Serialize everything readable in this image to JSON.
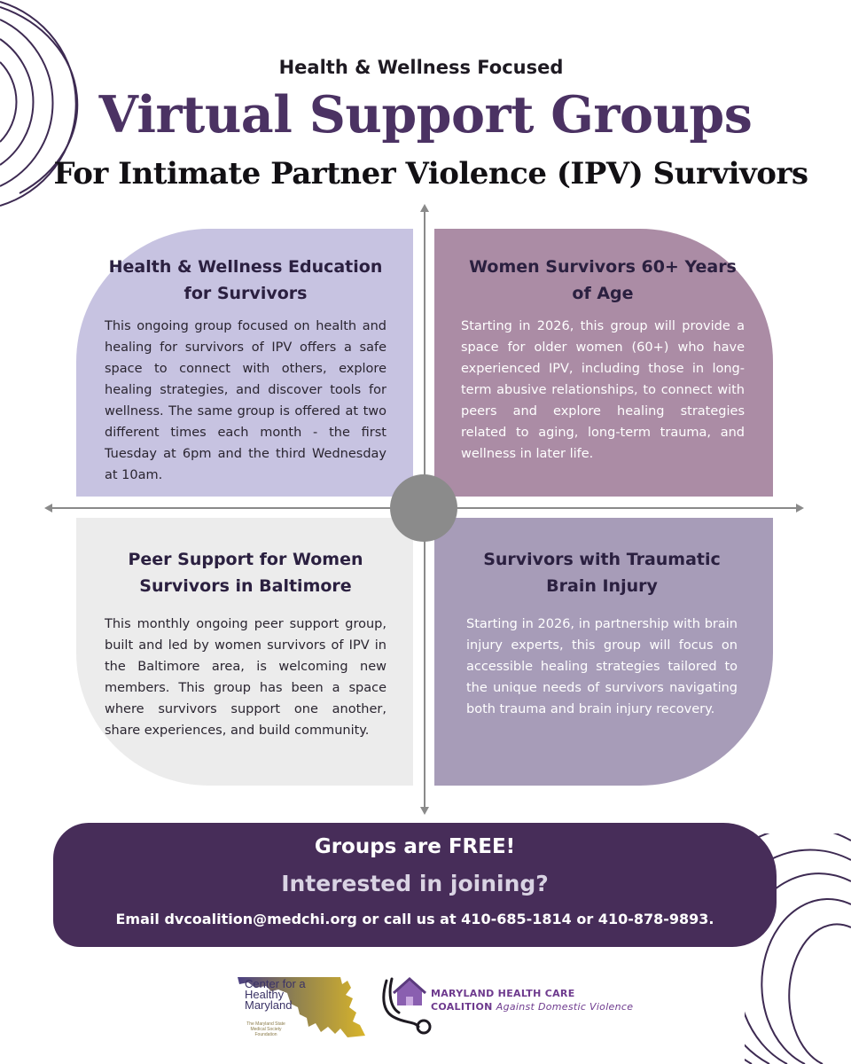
{
  "header": {
    "kicker": "Health & Wellness Focused",
    "title": "Virtual Support Groups",
    "subtitle": "For Intimate Partner Violence (IPV) Survivors"
  },
  "groups": [
    {
      "title": "Health & Wellness Education for Survivors",
      "body": "This ongoing group focused on health and healing for survivors of IPV offers a safe space to connect with others, explore healing strategies, and discover tools for wellness. The same group is offered at two different times each month - the first Tuesday at 6pm and the third Wednesday at 10am."
    },
    {
      "title": "Women Survivors 60+ Years of Age",
      "body": "Starting in 2026, this group will provide a space for older women (60+) who have experienced IPV, including those in long-term abusive relationships, to connect with peers and explore healing strategies related to aging, long-term trauma, and wellness in later life."
    },
    {
      "title": "Peer Support for Women Survivors in Baltimore",
      "body": "This monthly ongoing peer support group, built and led by women survivors of IPV in the Baltimore area, is welcoming new members. This group has been a space where survivors support one another, share experiences, and build community."
    },
    {
      "title": "Survivors with Traumatic Brain Injury",
      "body": "Starting in 2026, in partnership with brain injury experts, this group will focus on accessible healing strategies tailored to the unique needs of survivors navigating both trauma and brain injury recovery."
    }
  ],
  "cta": {
    "free": "Groups are FREE!",
    "question": "Interested in joining?",
    "contact": "Email dvcoalition@medchi.org or call us at 410-685-1814 or  410-878-9893."
  },
  "logos": {
    "center": {
      "name": "Center for a Healthy Maryland",
      "tagline": "The Maryland State Medical Society Foundation"
    },
    "coalition": {
      "line1": "MARYLAND HEALTH CARE",
      "line2_bold": "COALITION",
      "line2_rest": "Against Domestic Violence"
    }
  },
  "colors": {
    "title_purple": "#4b3263",
    "card_lavender": "#c7c3e1",
    "card_mauve": "#ab8ca5",
    "card_gray": "#ececec",
    "card_dusty_purple": "#a79cb8",
    "cta_purple": "#472d59"
  }
}
